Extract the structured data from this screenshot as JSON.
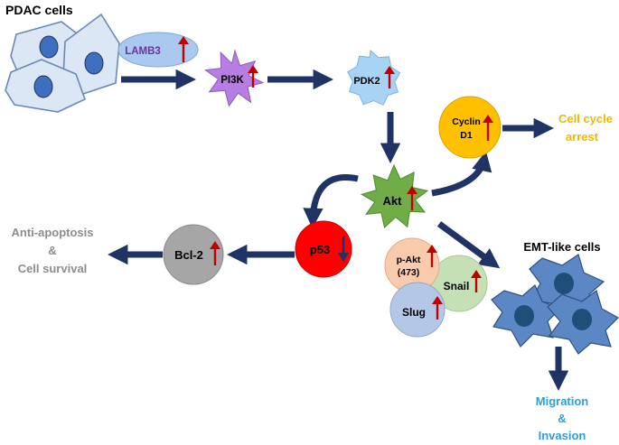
{
  "labels": {
    "pdac_cells": "PDAC cells",
    "lamb3": "LAMB3",
    "pi3k": "PI3K",
    "pdk2": "PDK2",
    "akt": "Akt",
    "cyclin_line1": "Cyclin",
    "cyclin_line2": "D1",
    "cell_cycle_line1": "Cell cycle",
    "cell_cycle_line2": "arrest",
    "p53": "p53",
    "bcl2": "Bcl-2",
    "anti_apoptosis_line1": "Anti-apoptosis",
    "anti_apoptosis_line2": "&",
    "anti_apoptosis_line3": "Cell survival",
    "pakt_line1": "p-Akt",
    "pakt_line2": "(473)",
    "snail": "Snail",
    "slug": "Slug",
    "emt_cells": "EMT-like cells",
    "migration_line1": "Migration",
    "migration_line2": "&",
    "migration_line3": "Invasion"
  },
  "colors": {
    "arrow": "#1f3464",
    "up_arrow": "#c00000",
    "down_arrow": "#1f3464",
    "pdac_fill": "#dce7f5",
    "pdac_stroke": "#6b88b4",
    "nucleus": "#3d6fbe",
    "lamb3_fill": "#a9c9ee",
    "lamb3_text": "#7030a0",
    "pi3k_fill": "#b57ee0",
    "pdk2_fill": "#a9d3f5",
    "akt_fill": "#70ad47",
    "cyclin_fill": "#ffc000",
    "cell_cycle_text": "#f2b800",
    "p53_fill": "#ff0000",
    "bcl2_fill": "#a6a6a6",
    "survival_text": "#8c8c8c",
    "pakt_fill": "#f8cbad",
    "snail_fill": "#c5e0b4",
    "slug_fill": "#b4c7e7",
    "emt_fill": "#5b87c5",
    "emt_nucleus": "#1f4e79",
    "migration_text": "#2e9fdb"
  },
  "regulation": {
    "lamb3": "up",
    "pi3k": "up",
    "pdk2": "up",
    "akt": "up",
    "cyclin_d1": "up",
    "p53": "down",
    "bcl2": "up",
    "p_akt_473": "up",
    "snail": "up",
    "slug": "up"
  }
}
